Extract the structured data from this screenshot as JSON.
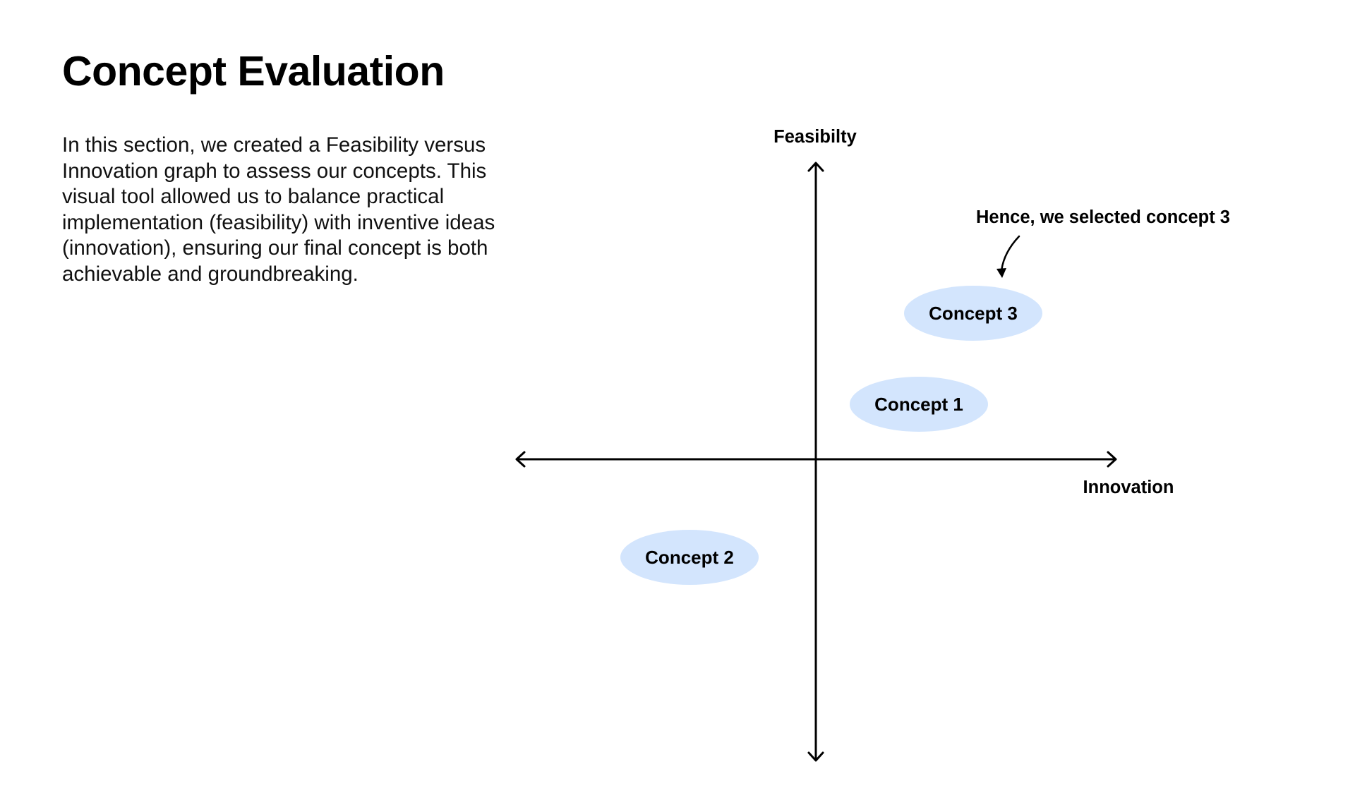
{
  "page": {
    "title": "Concept Evaluation",
    "description": "In this section, we created a Feasibility versus Innovation graph to assess our concepts. This visual tool allowed us to balance practical implementation (feasibility) with inventive ideas (innovation), ensuring our final concept is both achievable and groundbreaking."
  },
  "diagram": {
    "y_axis_label": "Feasibilty",
    "x_axis_label": "Innovation",
    "annotation": "Hence, we selected concept 3",
    "concepts": [
      {
        "label": "Concept 3"
      },
      {
        "label": "Concept 1"
      },
      {
        "label": "Concept 2"
      }
    ],
    "colors": {
      "bubble": "#d3e5fd",
      "axis": "#000000",
      "text": "#000000"
    }
  }
}
